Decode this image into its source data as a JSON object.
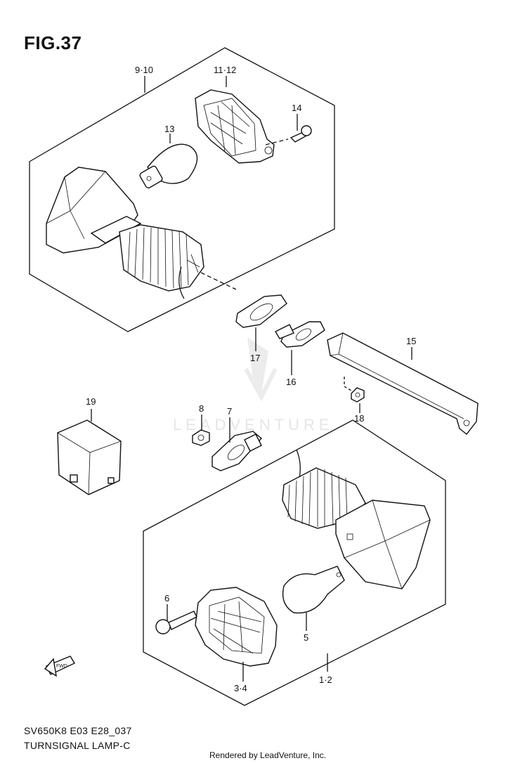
{
  "figure": {
    "title": "FIG.37",
    "code": "SV650K8 E03 E28_037",
    "caption": "TURNSIGNAL LAMP-C",
    "credit": "Rendered by LeadVenture, Inc.",
    "watermark": "LEADVENTURE"
  },
  "callouts": {
    "c9_10": "9·10",
    "c11_12": "11·12",
    "c13": "13",
    "c14": "14",
    "c15": "15",
    "c16": "16",
    "c17": "17",
    "c18": "18",
    "c19": "19",
    "c8": "8",
    "c7": "7",
    "c6": "6",
    "c5": "5",
    "c3_4": "3·4",
    "c1_2": "1·2"
  },
  "fwd_label": "FWD"
}
